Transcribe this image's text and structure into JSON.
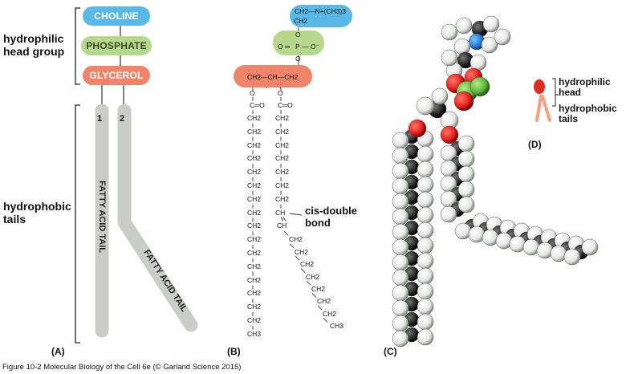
{
  "left_labels": {
    "head_group": [
      "hydrophilic",
      "head group"
    ],
    "tails": [
      "hydrophobic",
      "tails"
    ]
  },
  "head_components": {
    "choline": "CHOLINE",
    "phosphate": "PHOSPHATE",
    "glycerol": "GLYCEROL"
  },
  "tails": {
    "number_1": "1",
    "number_2": "2",
    "tail_label": "FATTY ACID TAIL"
  },
  "structure": {
    "choline_group": "CH2—N+(CH3)3",
    "choline_ch2": "CH2",
    "phosphate_o_left": "O",
    "phosphate_o_top": "O",
    "phosphate_o_bottom": "O",
    "phosphate_p": "P",
    "phosphate_o_minus": "O⁻",
    "glycerol_row": "CH2—CH—CH2",
    "ester_o": "O",
    "carbonyl": "C═O",
    "chain_unit": "CH2",
    "chain_end": "CH3",
    "double_bond_ch": "CH"
  },
  "cis_annotation": [
    "cis-double",
    "bond"
  ],
  "panel_labels": {
    "a": "(A)",
    "b": "(B)",
    "c": "(C)",
    "d": "(D)"
  },
  "legend_d": {
    "head": [
      "hydrophilic",
      "head"
    ],
    "tails": [
      "hydrophobic",
      "tails"
    ]
  },
  "caption": "Figure 10-2  Molecular Biology of the Cell 6e (© Garland Science 2015)",
  "colors": {
    "choline": "#5ab8e6",
    "phosphate": "#b6d88a",
    "glycerol": "#f0846a",
    "tail_gray": "#c9ccc9",
    "head_red": "#e02a22",
    "tail_salmon": "#f4a07f"
  }
}
